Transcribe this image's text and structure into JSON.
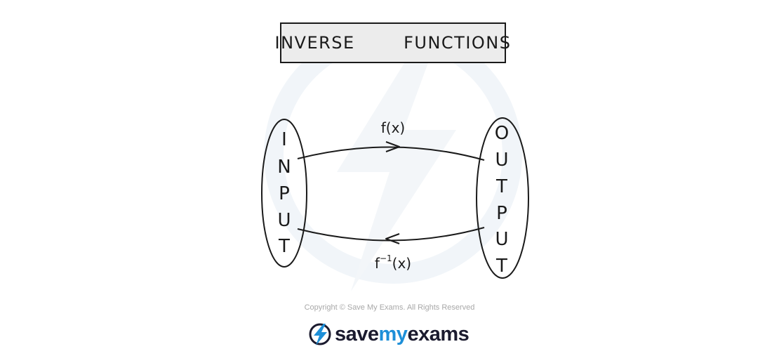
{
  "title": "INVERSE   FUNCTIONS",
  "input_oval": {
    "letters": [
      "I",
      "N",
      "P",
      "U",
      "T"
    ]
  },
  "output_oval": {
    "letters": [
      "O",
      "U",
      "T",
      "P",
      "U",
      "T"
    ]
  },
  "forward_arrow": {
    "label": "f(x)"
  },
  "inverse_arrow": {
    "label_base": "f",
    "label_superscript": "−1",
    "label_suffix": "(x)"
  },
  "footer": {
    "copyright": "Copyright © Save My Exams. All Rights Reserved",
    "logo_dark": "save",
    "logo_accent": "my",
    "logo_dark_2": "exams"
  },
  "colors": {
    "ink": "#1a1a1a",
    "title_bg": "#ececec",
    "brand_blue": "#1d8fd8",
    "brand_dark": "#1b1b2f",
    "watermark": "#f1f5f9"
  }
}
